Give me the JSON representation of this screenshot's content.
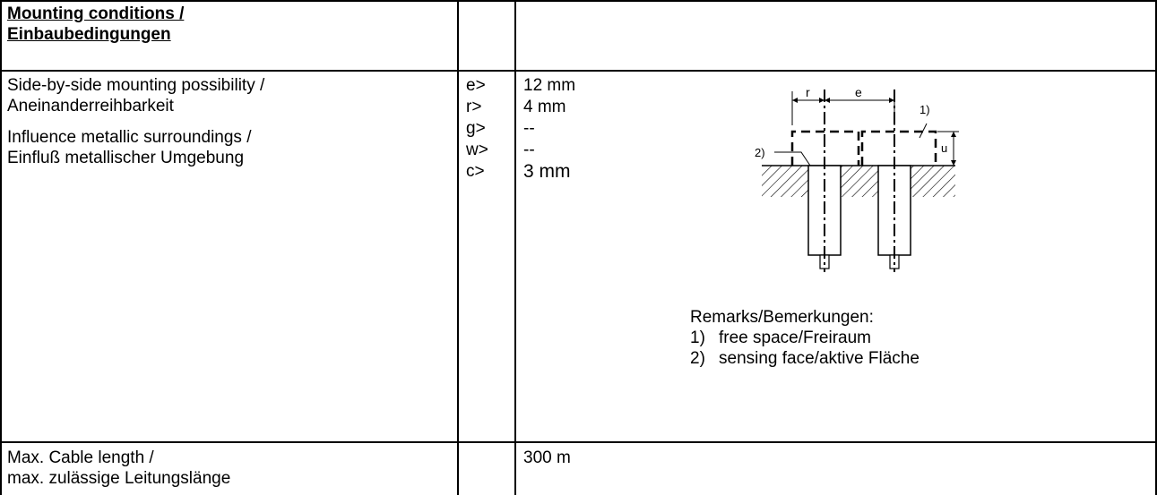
{
  "header": {
    "title_line1": "Mounting conditions /",
    "title_line2": "Einbaubedingungen"
  },
  "mounting": {
    "label_line1": "Side-by-side mounting possibility /",
    "label_line2": "Aneinanderreihbarkeit",
    "label_line3": "Influence metallic surroundings /",
    "label_line4": "Einfluß metallischer Umgebung",
    "codes": [
      "e>",
      "r>",
      "g>",
      "w>",
      "c>"
    ],
    "values": [
      "12 mm",
      "4 mm",
      "--",
      "--",
      "3 mm"
    ]
  },
  "diagram": {
    "label_r": "r",
    "label_e": "e",
    "label_1": "1)",
    "label_2": "2)",
    "label_u": "u"
  },
  "remarks": {
    "title": "Remarks/Bemerkungen:",
    "items": [
      {
        "num": "1)",
        "text": "free space/Freiraum"
      },
      {
        "num": "2)",
        "text": "sensing face/aktive Fläche"
      }
    ]
  },
  "cable": {
    "label_line1": "Max. Cable length /",
    "label_line2": "max. zulässige Leitungslänge",
    "value": "300 m"
  }
}
